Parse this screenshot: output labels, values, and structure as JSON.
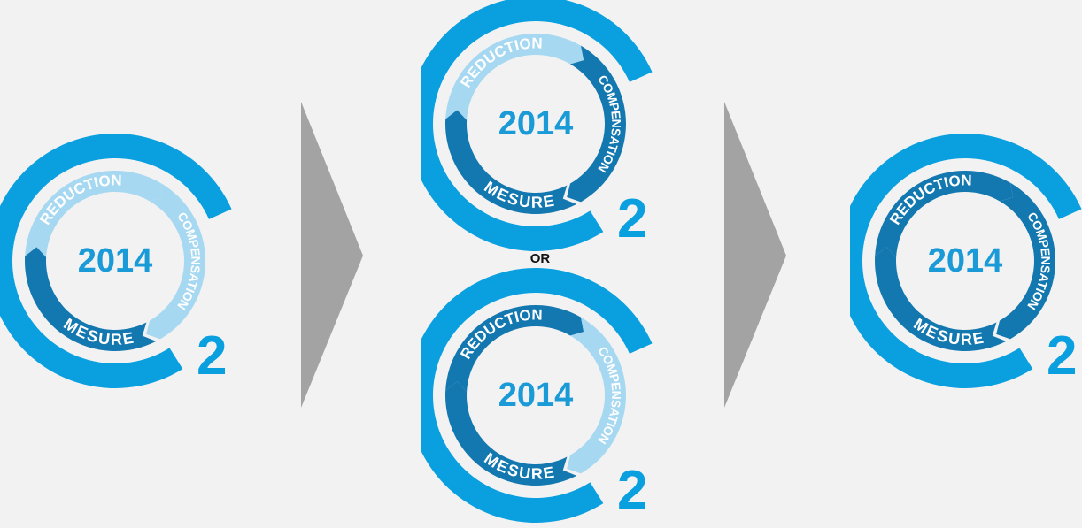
{
  "colors": {
    "background": "#f2f2f2",
    "c_ring": "#0aa0e0",
    "year_text": "#1a9ad6",
    "arrow": "#a3a3a3",
    "active": "#1478b0",
    "inactive": "#a6d8f1",
    "white": "#ffffff"
  },
  "logo_template": {
    "year": "2014",
    "reduction": "REDUCTION",
    "compensation": "COMPENSATION",
    "mesure": "MESURE",
    "subscript": "2"
  },
  "variants": [
    {
      "name": "measure-only",
      "active": {
        "reduction": false,
        "compensation": false,
        "mesure": true
      }
    },
    {
      "name": "measure-and-compensation",
      "active": {
        "reduction": false,
        "compensation": true,
        "mesure": true
      }
    },
    {
      "name": "measure-and-reduction",
      "active": {
        "reduction": true,
        "compensation": false,
        "mesure": true
      }
    },
    {
      "name": "all-three",
      "active": {
        "reduction": true,
        "compensation": true,
        "mesure": true
      }
    }
  ],
  "or_label": "OR"
}
